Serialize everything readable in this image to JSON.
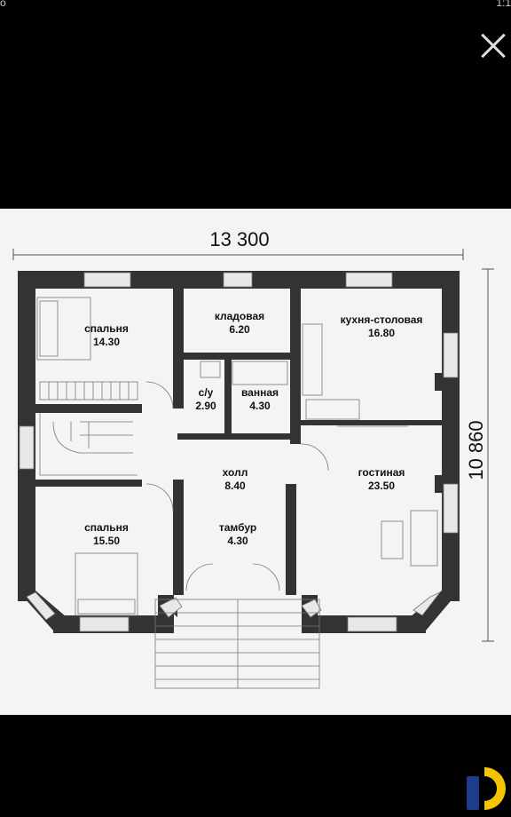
{
  "status_bar": {
    "left": "o",
    "right": "1:1"
  },
  "dimensions": {
    "width": "13 300",
    "depth": "10 860"
  },
  "rooms": [
    {
      "id": "bedroom1",
      "name": "спальня",
      "area": "14.30"
    },
    {
      "id": "storage",
      "name": "кладовая",
      "area": "6.20"
    },
    {
      "id": "kitchen",
      "name": "кухня-столовая",
      "area": "16.80"
    },
    {
      "id": "wc",
      "name": "с/у",
      "area": "2.90"
    },
    {
      "id": "bath",
      "name": "ванная",
      "area": "4.30"
    },
    {
      "id": "hall",
      "name": "холл",
      "area": "8.40"
    },
    {
      "id": "living",
      "name": "гостиная",
      "area": "23.50"
    },
    {
      "id": "bedroom2",
      "name": "спальня",
      "area": "15.50"
    },
    {
      "id": "vestibule",
      "name": "тамбур",
      "area": "4.30"
    }
  ],
  "colors": {
    "wall": "#333333",
    "plan_bg": "#f4f4f4",
    "logo_yellow": "#f5c400",
    "logo_blue": "#1f3b8c"
  }
}
